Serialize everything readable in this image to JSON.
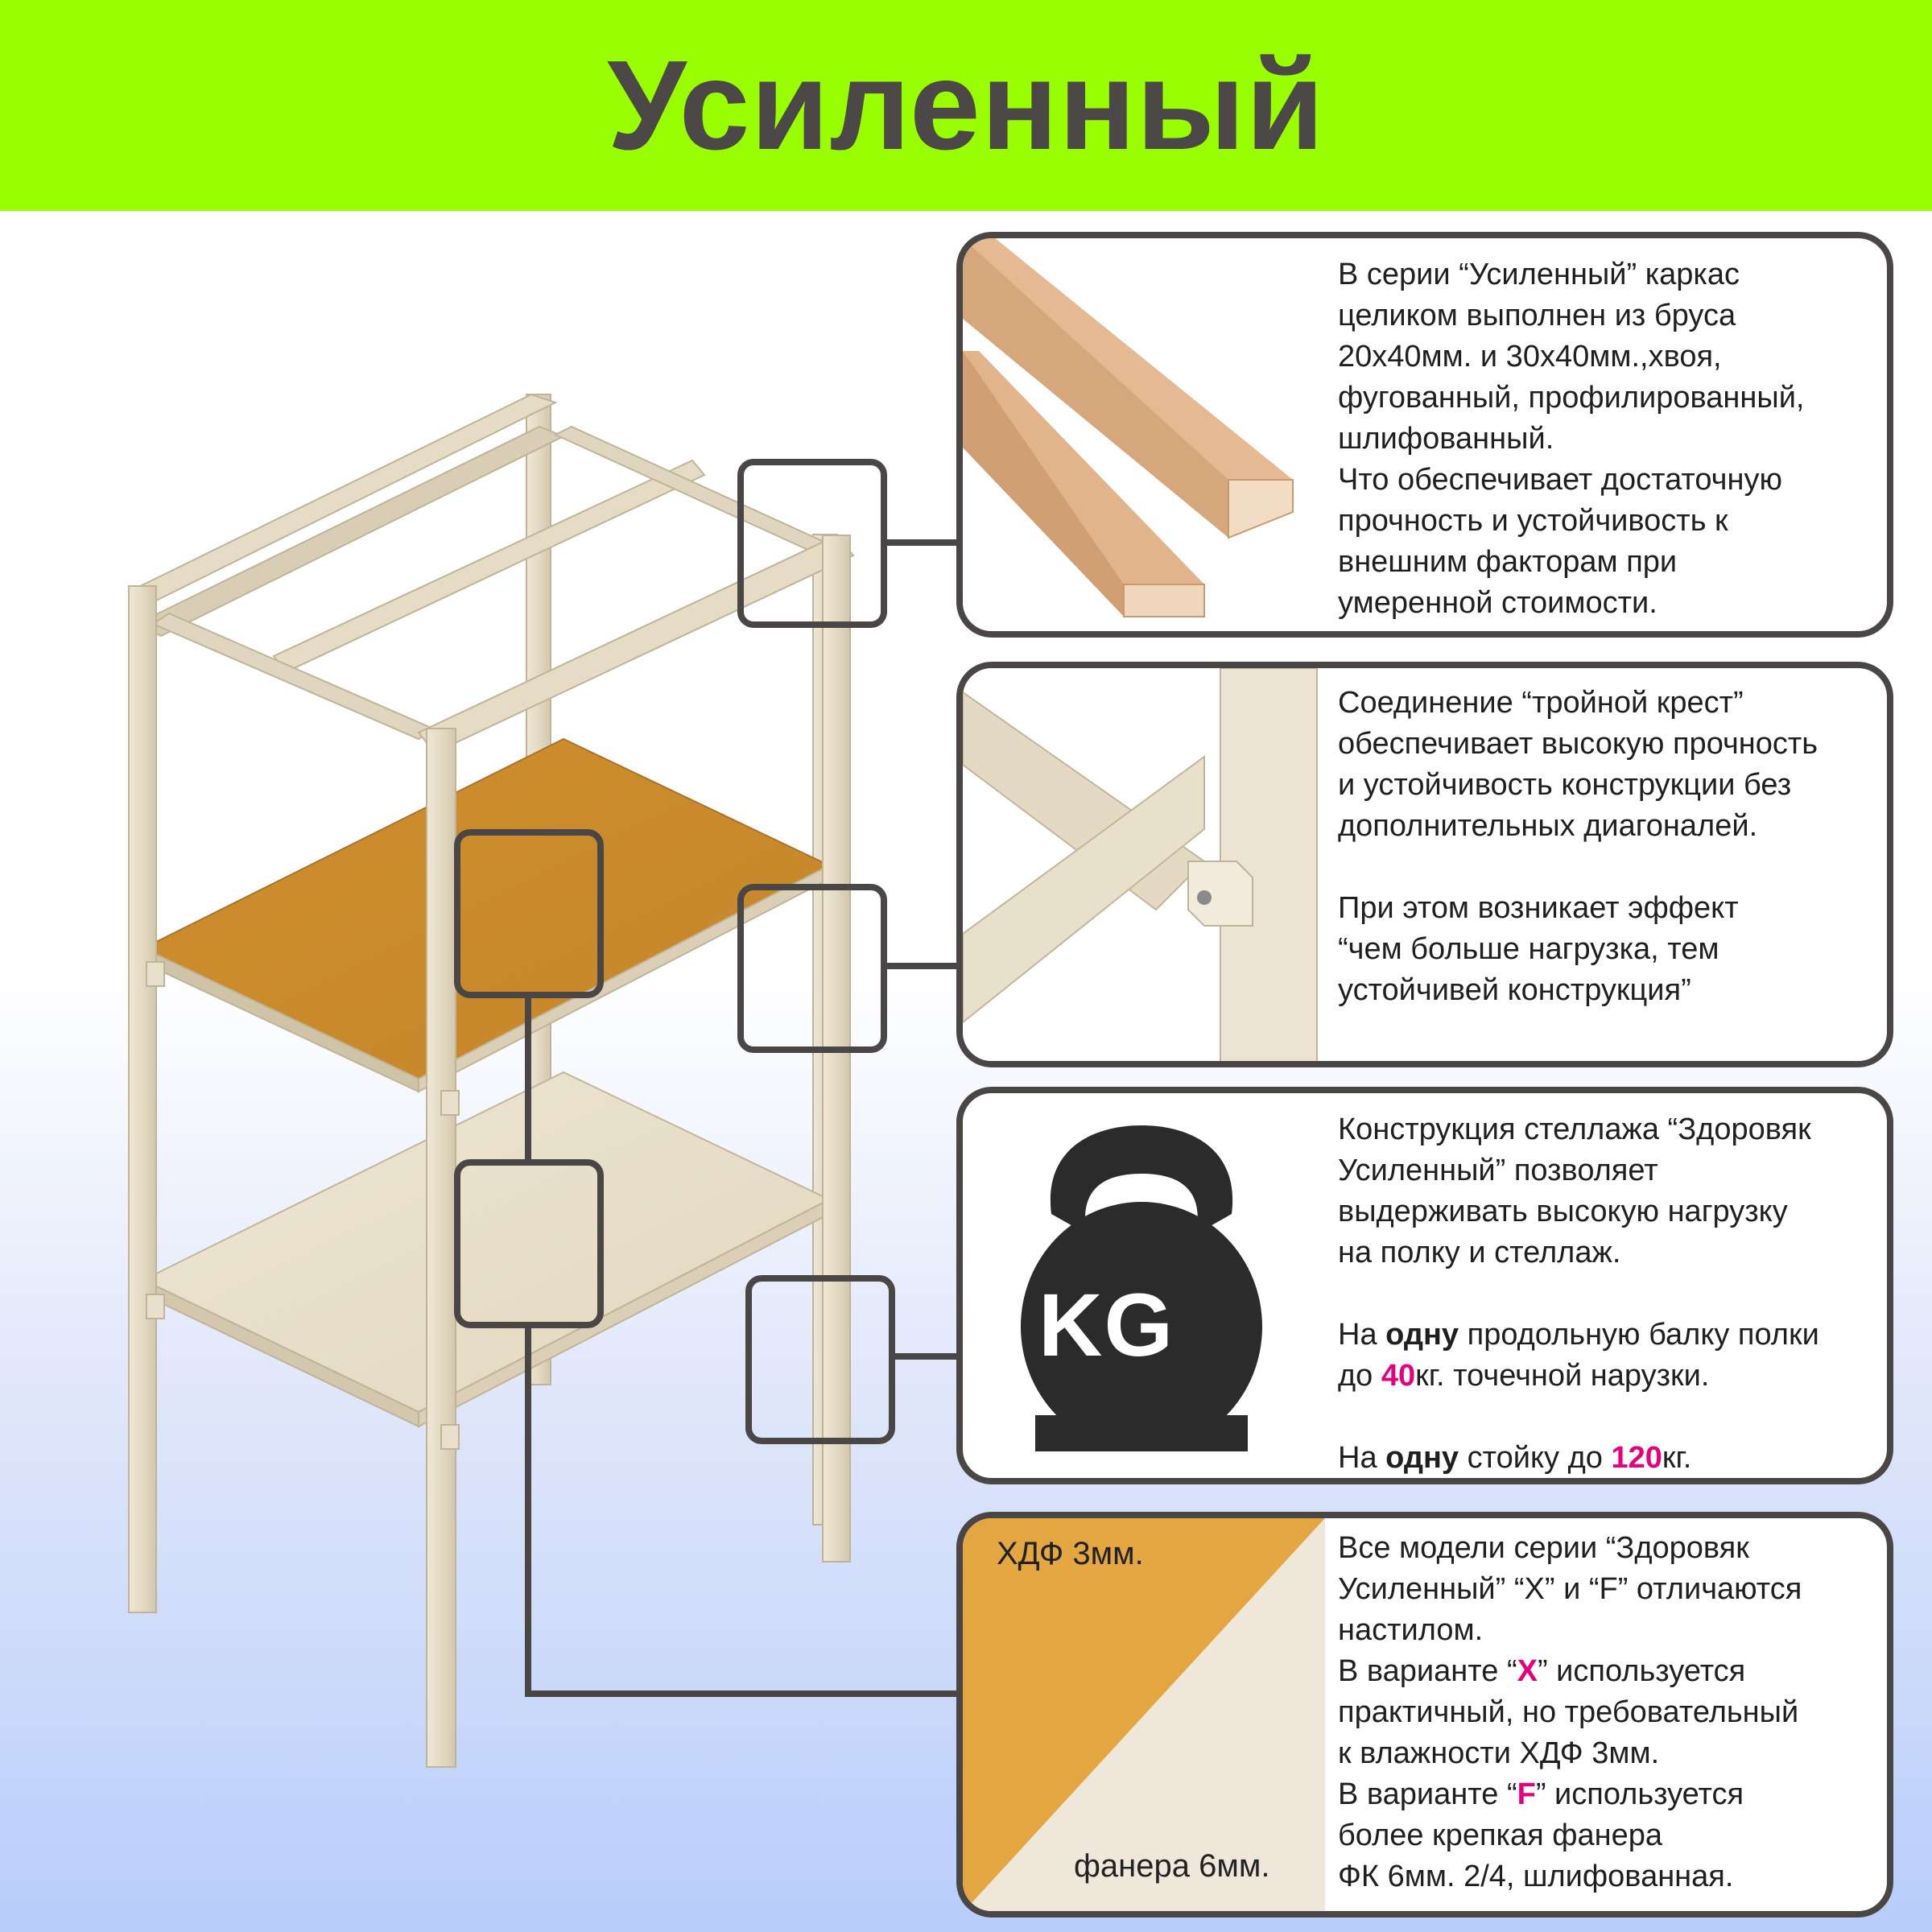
{
  "header": {
    "title": "Усиленный",
    "bg_color": "#99ff00",
    "text_color": "#4d4848"
  },
  "colors": {
    "frame": "#4a4646",
    "accent": "#e6007e",
    "wood": "#e8dfcc",
    "hdf": "#d9962f",
    "plywood": "#ece3d2"
  },
  "cards": [
    {
      "image": "wood-beams",
      "lines": [
        "В серии “Усиленный” каркас",
        "целиком выполнен из бруса",
        "20х40мм. и 30х40мм.,хвоя,",
        "фугованный, профилированный,",
        "шлифованный.",
        "Что обеспечивает достаточную",
        "прочность и устойчивость к",
        "внешним факторам при",
        "умеренной стоимости."
      ]
    },
    {
      "image": "triple-cross-joint",
      "lines": [
        "Соединение “тройной крест”",
        "обеспечивает высокую прочность",
        "и устойчивость конструкции без",
        "дополнительных диагоналей."
      ],
      "lines2": [
        "При этом возникает эффект",
        "“чем больше нагрузка, тем",
        "устойчивей конструкция”"
      ]
    },
    {
      "image": "kettlebell",
      "icon_label": "KG",
      "lines": [
        "Конструкция стеллажа “Здоровяк",
        "Усиленный” позволяет",
        "выдерживать высокую нагрузку",
        "на полку и стеллаж."
      ],
      "load_beam": {
        "prefix": "На ",
        "bold": "одну",
        "mid": " продольную балку полки",
        "line2_prefix": "до ",
        "value": "40",
        "suffix": "кг. точечной нарузки."
      },
      "load_post": {
        "prefix": "На ",
        "bold": "одну",
        "mid": " стойку до ",
        "value": "120",
        "suffix": "кг."
      }
    },
    {
      "image": "hdf-vs-plywood",
      "label_hdf": "ХДФ 3мм.",
      "label_plywood": "фанера 6мм.",
      "lines": [
        "Все модели серии “Здоровяк",
        "Усиленный” “X” и “F”  отличаются",
        "настилом."
      ],
      "variant_x": {
        "prefix": "В варианте “",
        "letter": "X",
        "suffix": "” используется"
      },
      "variant_x_lines": [
        "практичный, но требовательный",
        "к влажности ХДФ 3мм."
      ],
      "variant_f": {
        "prefix": "В варианте “",
        "letter": "F",
        "suffix": "” используется"
      },
      "variant_f_lines": [
        "более крепкая фанера",
        "ФК 6мм. 2/4, шлифованная."
      ]
    }
  ]
}
